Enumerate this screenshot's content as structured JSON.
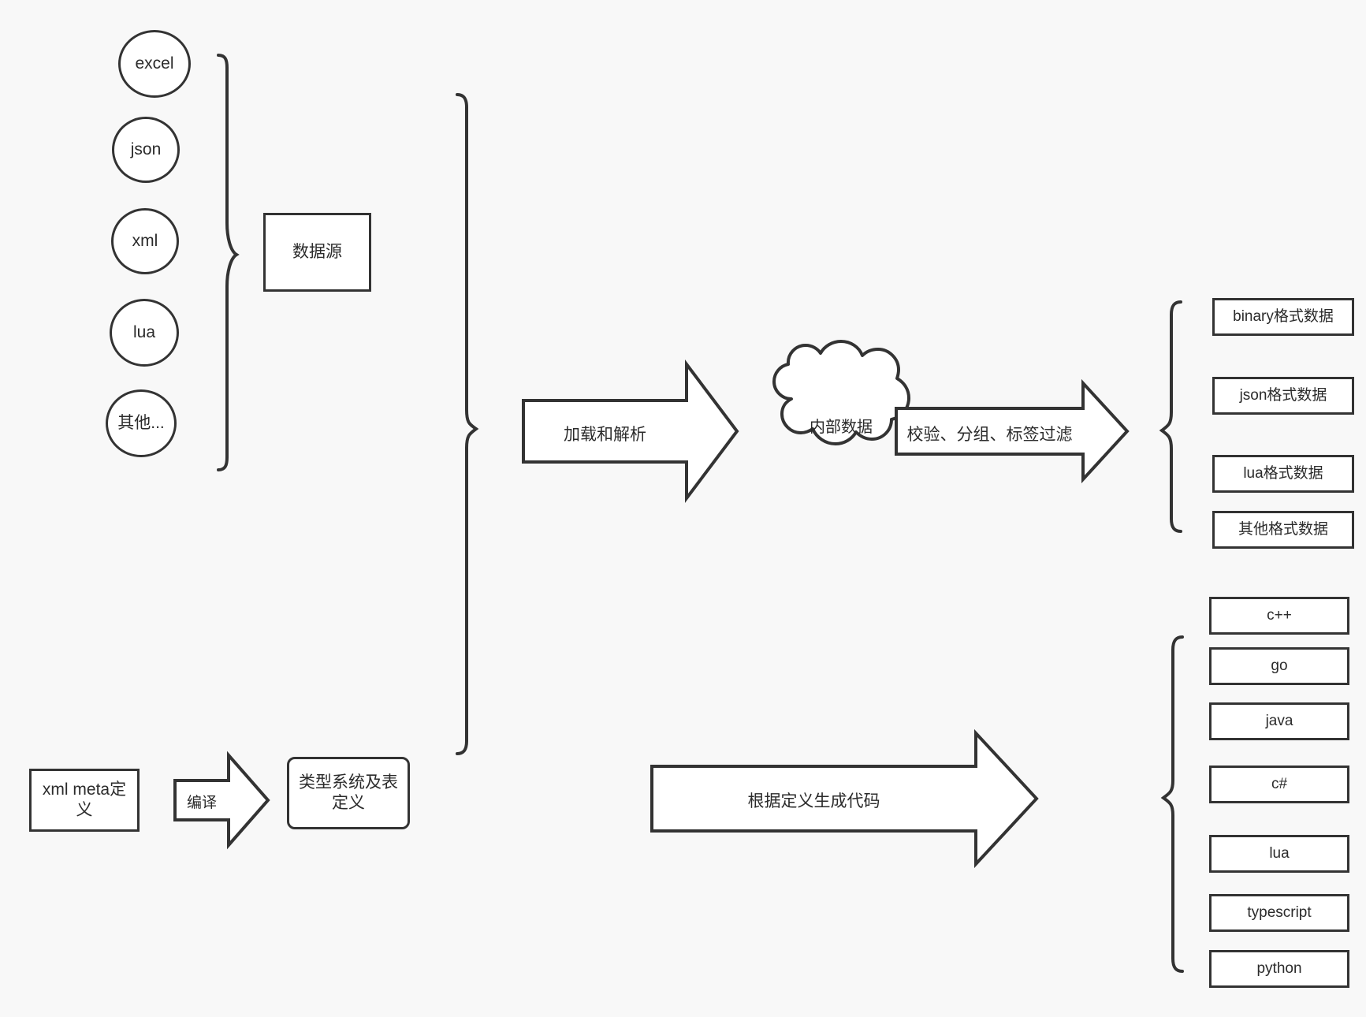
{
  "diagram": {
    "title": "数据配置与代码生成流程图",
    "background_color": "#f8f8f8",
    "stroke_color": "#333333",
    "fill_color": "#ffffff",
    "text_color": "#2b2b2b"
  },
  "data_sources": {
    "group_label": "数据源",
    "items": [
      {
        "label": "excel"
      },
      {
        "label": "json"
      },
      {
        "label": "xml"
      },
      {
        "label": "lua"
      },
      {
        "label": "其他..."
      }
    ]
  },
  "meta": {
    "source_label": "xml meta定义",
    "compile_arrow_label": "编译",
    "target_label": "类型系统及表定义"
  },
  "pipeline": {
    "load_arrow_label": "加载和解析",
    "internal_data_label": "内部数据",
    "process_arrow_label": "校验、分组、标签过滤",
    "codegen_arrow_label": "根据定义生成代码"
  },
  "output_formats": {
    "items": [
      {
        "label": "binary格式数据"
      },
      {
        "label": "json格式数据"
      },
      {
        "label": "lua格式数据"
      },
      {
        "label": "其他格式数据"
      }
    ]
  },
  "output_languages": {
    "items": [
      {
        "label": "c++"
      },
      {
        "label": "go"
      },
      {
        "label": "java"
      },
      {
        "label": "c#"
      },
      {
        "label": "lua"
      },
      {
        "label": "typescript"
      },
      {
        "label": "python"
      }
    ]
  }
}
